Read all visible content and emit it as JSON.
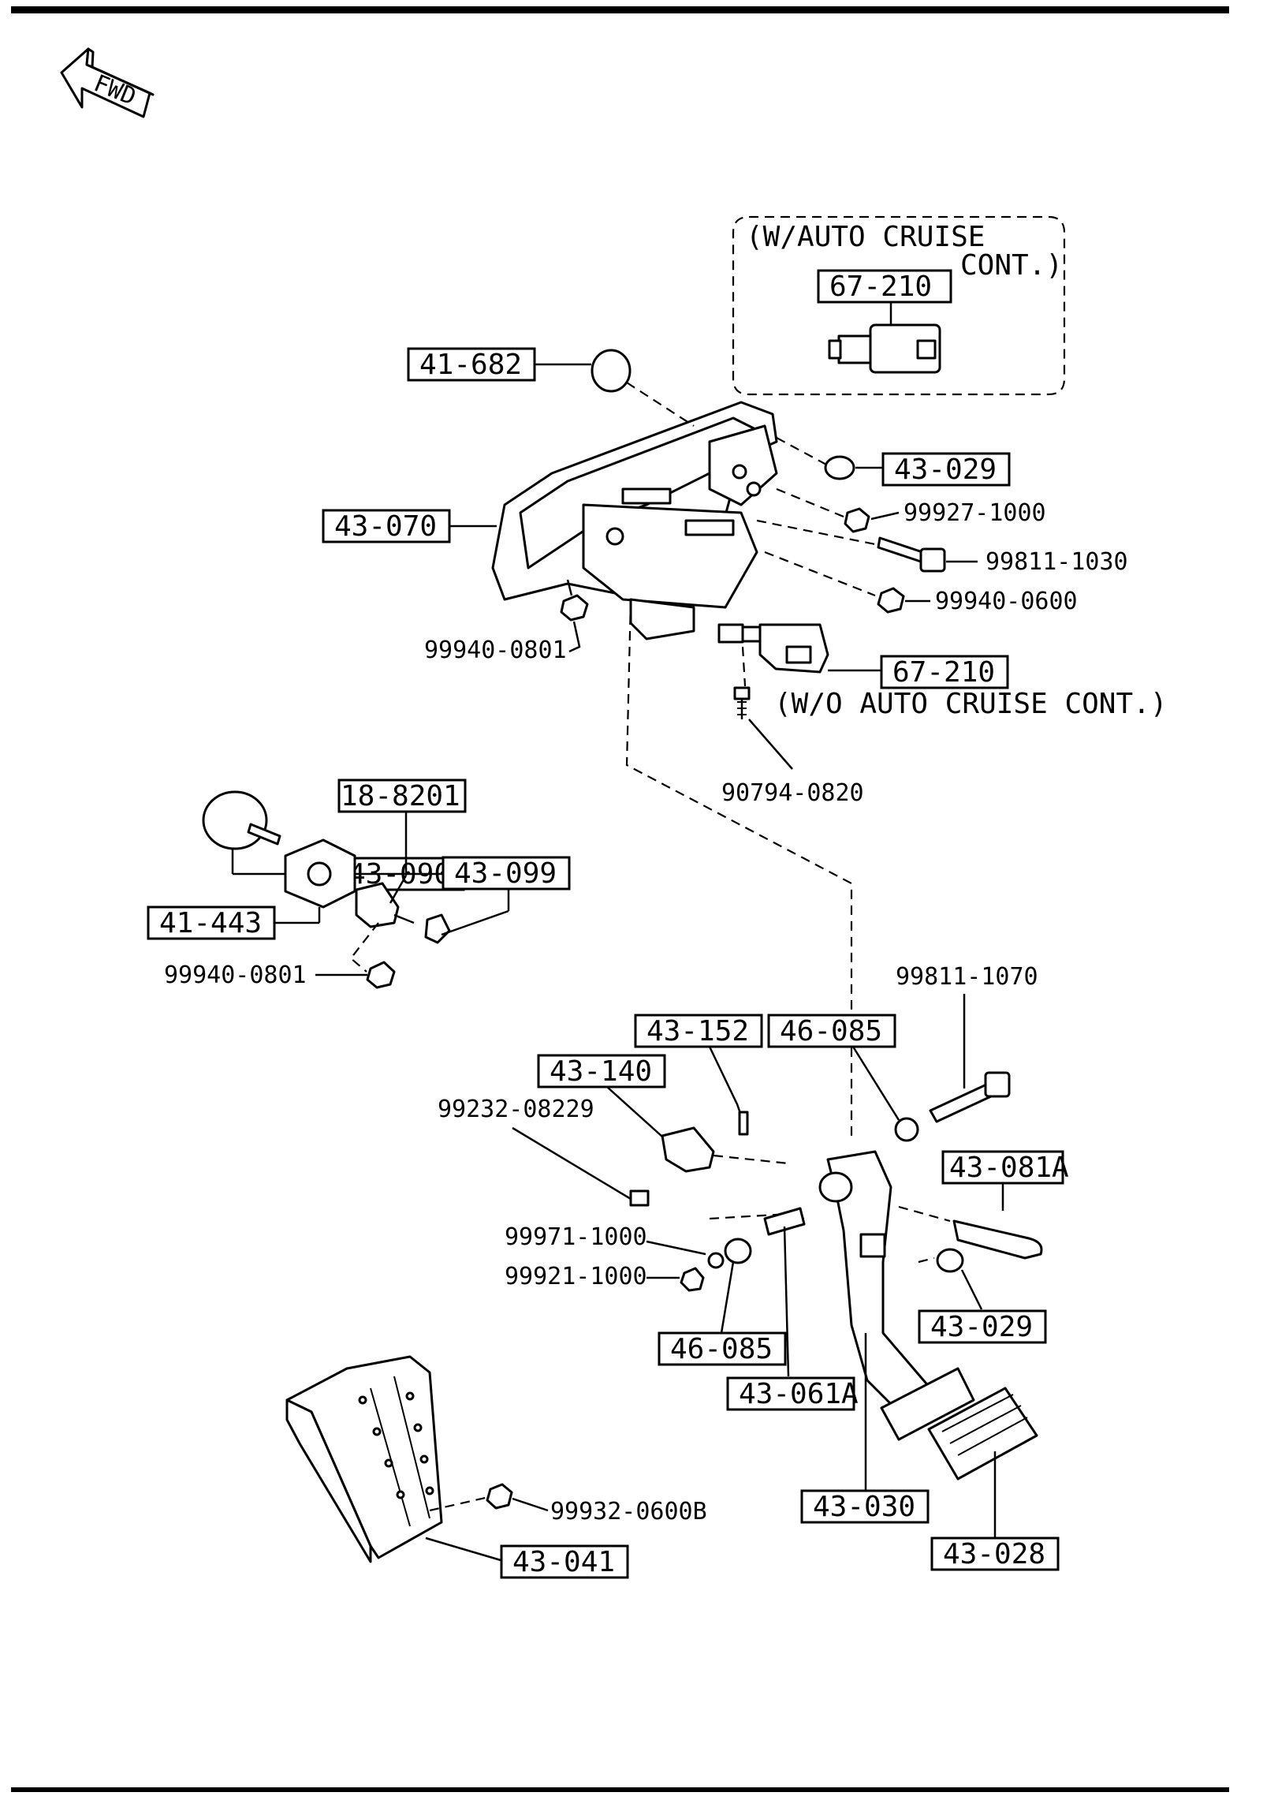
{
  "fwd_label": "FWD",
  "auto_cruise_caption_1": "(W/AUTO CRUISE",
  "auto_cruise_caption_2": "CONT.)",
  "no_cruise_caption": "(W/O AUTO CRUISE CONT.)",
  "boxed_parts": {
    "p67_210_top": "67-210",
    "p41_682": "41-682",
    "p43_029_top": "43-029",
    "p43_070": "43-070",
    "p67_210_bottom": "67-210",
    "p18_8201": "18-8201",
    "p43_090": "43-090",
    "p43_099": "43-099",
    "p41_443": "41-443",
    "p43_152": "43-152",
    "p46_085_top": "46-085",
    "p43_140": "43-140",
    "p43_081A": "43-081A",
    "p43_029_bottom": "43-029",
    "p46_085_bottom": "46-085",
    "p43_061A": "43-061A",
    "p43_030": "43-030",
    "p43_028": "43-028",
    "p43_041": "43-041"
  },
  "fasteners": {
    "f99927_1000": "99927-1000",
    "f99811_1030": "99811-1030",
    "f99940_0600": "99940-0600",
    "f99940_0801_top": "99940-0801",
    "f90794_0820": "90794-0820",
    "f99940_0801_mid": "99940-0801",
    "f99811_1070": "99811-1070",
    "f99232_08229": "99232-08229",
    "f99971_1000": "99971-1000",
    "f99921_1000": "99921-1000",
    "f99932_0600B": "99932-0600B"
  },
  "icons": [
    "fwd-arrow-icon"
  ]
}
